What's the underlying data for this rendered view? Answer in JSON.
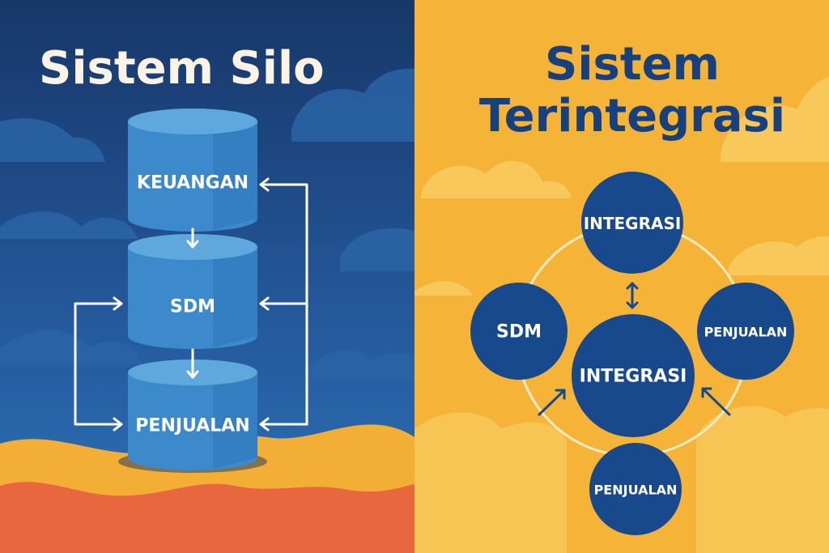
{
  "left": {
    "title": "Sistem Silo",
    "cylinders": [
      {
        "id": "keuangan",
        "label": "KEUANGAN"
      },
      {
        "id": "sdm",
        "label": "SDM"
      },
      {
        "id": "penjualan",
        "label": "PENJUALAN"
      }
    ]
  },
  "right": {
    "title_line1": "Sistem",
    "title_line2": "Terintegrasi",
    "nodes": [
      {
        "id": "integrasi-top",
        "label": "INTEGRASI"
      },
      {
        "id": "sdm",
        "label": "SDM"
      },
      {
        "id": "integrasi-center",
        "label": "INTEGRASI"
      },
      {
        "id": "penjualan-right",
        "label": "PENJUALAN"
      },
      {
        "id": "penjualan-bottom",
        "label": "PENJUALAN"
      }
    ]
  },
  "colors": {
    "left_sky_top": "#173768",
    "left_sky_bottom": "#2E72B8",
    "cloud_blue": "#2A64A6",
    "cylinder_body": "#3C89CC",
    "cylinder_top": "#5EA8DD",
    "right_bg": "#F5B437",
    "cloud_yellow": "#F8C95A",
    "node_fill": "#17498C",
    "title_dark": "#16407F",
    "title_light": "#FBF3E6",
    "wave_orange": "#E9673F",
    "wave_yellow": "#F3AF35",
    "arrow": "#FFFFFF"
  }
}
